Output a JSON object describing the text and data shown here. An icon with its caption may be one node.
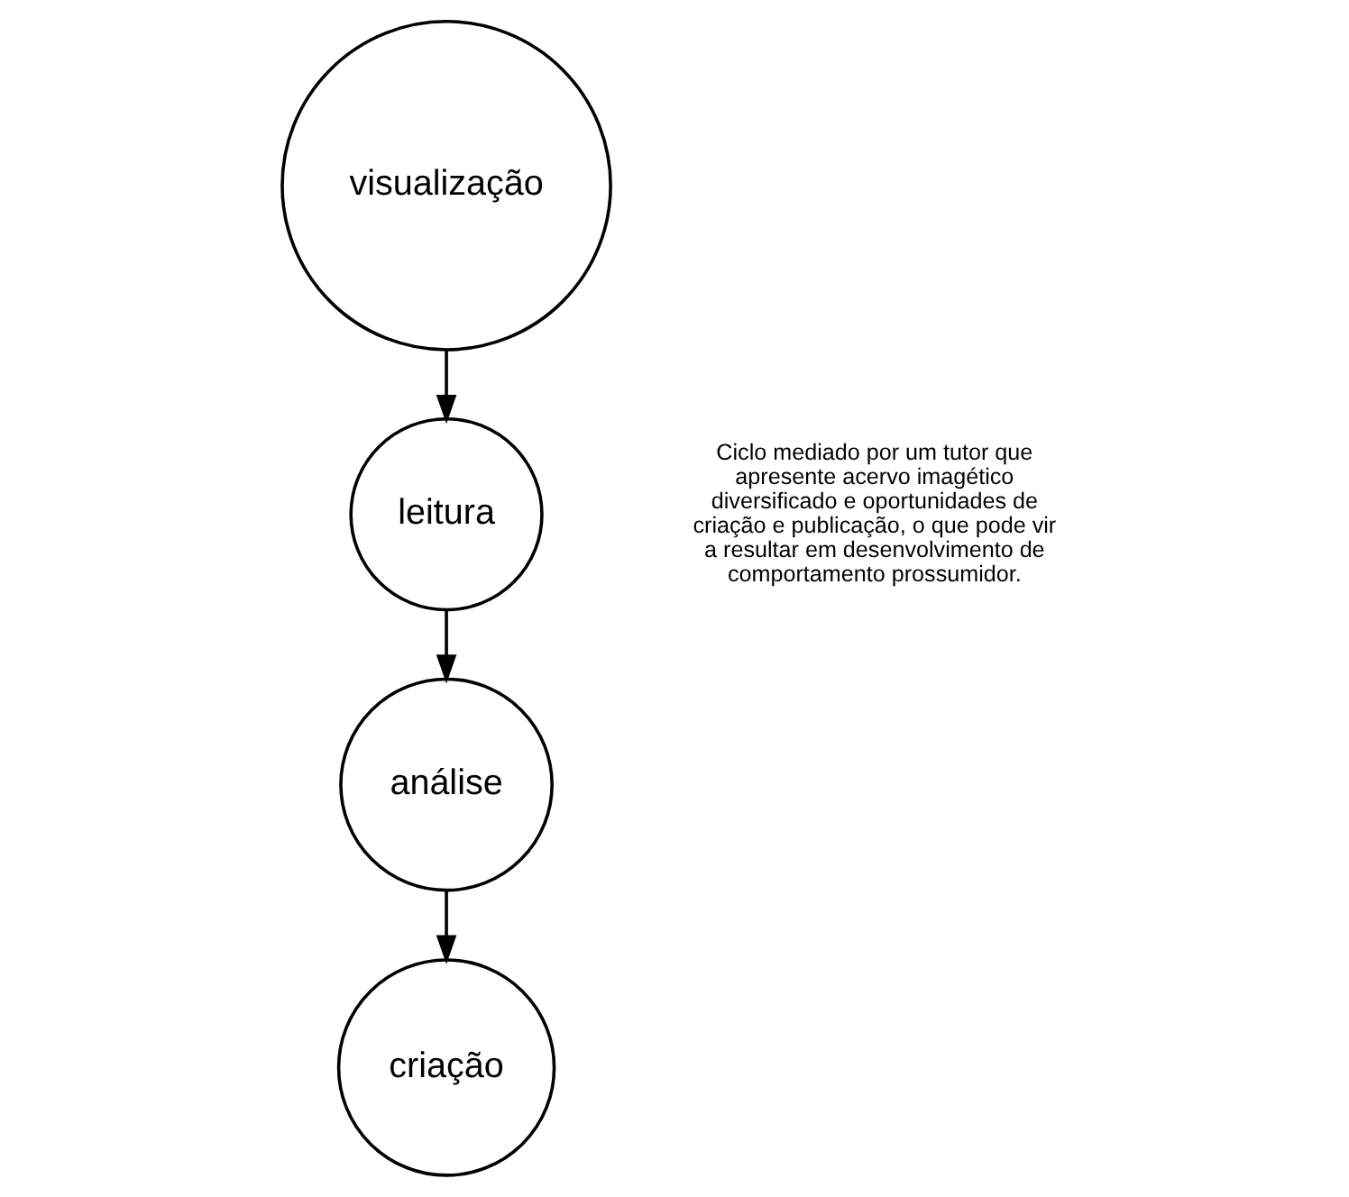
{
  "diagram": {
    "nodes": [
      {
        "text": [
          "visualização"
        ]
      },
      {
        "text": [
          "leitura"
        ]
      },
      {
        "text": [
          "análise"
        ]
      },
      {
        "text": [
          "criação"
        ]
      }
    ],
    "edges": [
      {
        "from": 0,
        "to": 1,
        "arrow": "to"
      },
      {
        "from": 1,
        "to": 2,
        "arrow": "to"
      },
      {
        "from": 2,
        "to": 3,
        "arrow": "to"
      }
    ],
    "labels": [
      "Ciclo mediado por um tutor que apresente acervo imagético diversificado e oportunidades de criação e publicação, o que pode vir a resultar em desenvolvimento de comportamento prossumidor."
    ]
  }
}
